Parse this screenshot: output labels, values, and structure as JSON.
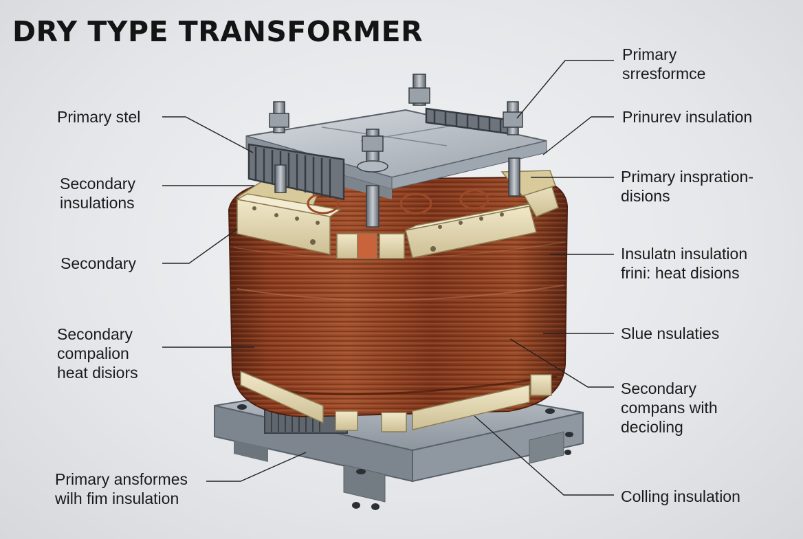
{
  "title": "DRY TYPE TRANSFORMER",
  "labels": {
    "left": [
      "Primary stel",
      "Secondary\ninsulations",
      "Secondary",
      "Secondary\ncompalion\nheat disiors",
      "Primary ansformes\nwilh fim insulation"
    ],
    "right": [
      "Primary\nsrresformce",
      "Prinurev insulation",
      "Primary inspration-\ndisions",
      "Insulatn insulation\nfrini: heat disions",
      "Slue nsulaties",
      "Secondary\ncompans with\ndecioling",
      "Colling insulation"
    ]
  },
  "colors": {
    "copper": "#8a3b1e",
    "copper_light": "#b86a45",
    "insulation_block": "#e6dab5",
    "steel": "#a9b0b9",
    "steel_dark": "#6e757e",
    "base_plate": "#9aa3ad"
  }
}
